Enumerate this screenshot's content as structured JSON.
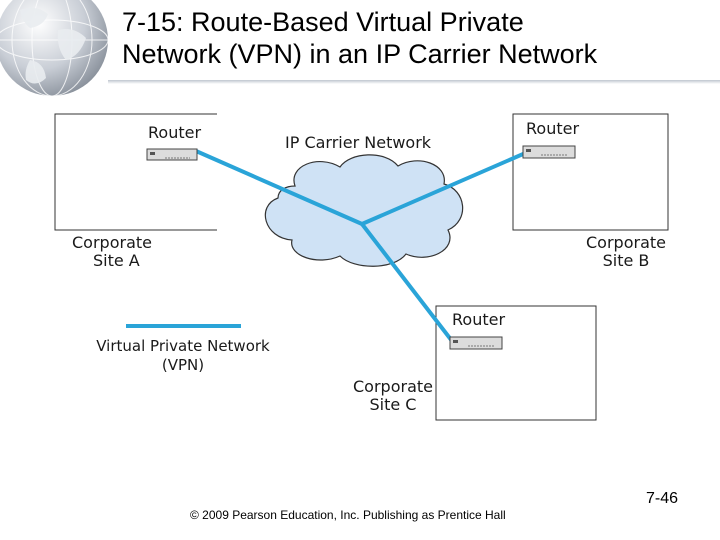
{
  "slide": {
    "title_line1": "7-15: Route-Based Virtual Private",
    "title_line2": "Network (VPN) in an IP Carrier Network",
    "footer": "© 2009 Pearson Education, Inc.  Publishing as Prentice Hall",
    "page_number": "7-46"
  },
  "diagram": {
    "cloud_label": "IP Carrier Network",
    "site_a": {
      "router_label": "Router",
      "site_label_line1": "Corporate",
      "site_label_line2": "Site A"
    },
    "site_b": {
      "router_label": "Router",
      "site_label_line1": "Corporate",
      "site_label_line2": "Site B"
    },
    "site_c": {
      "router_label": "Router",
      "site_label_line1": "Corporate",
      "site_label_line2": "Site C"
    },
    "legend": {
      "line1": "Virtual Private Network",
      "line2": "(VPN)"
    },
    "colors": {
      "vpn_line": "#2aa4d8",
      "cloud_fill": "#cfe2f5",
      "cloud_stroke": "#333333"
    }
  }
}
